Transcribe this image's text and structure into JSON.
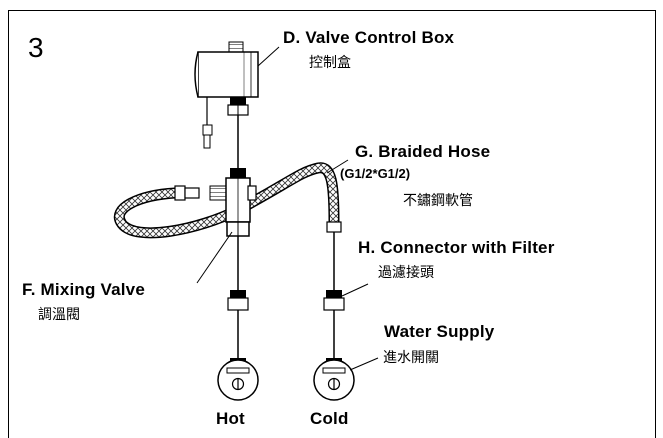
{
  "figure": {
    "step_number": "3",
    "parts": {
      "valve_control_box": {
        "label": "D. Valve Control Box",
        "label_zh": "控制盒"
      },
      "braided_hose": {
        "label": "G. Braided Hose",
        "spec": "(G1/2*G1/2)",
        "label_zh": "不鏽鋼軟管"
      },
      "connector_filter": {
        "label": "H. Connector with Filter",
        "label_zh": "過濾接頭"
      },
      "mixing_valve": {
        "label": "F. Mixing Valve",
        "label_zh": "調溫閥"
      },
      "water_supply": {
        "label": "Water Supply",
        "label_zh": "進水開關"
      }
    },
    "supply_labels": {
      "hot": "Hot",
      "cold": "Cold"
    }
  }
}
